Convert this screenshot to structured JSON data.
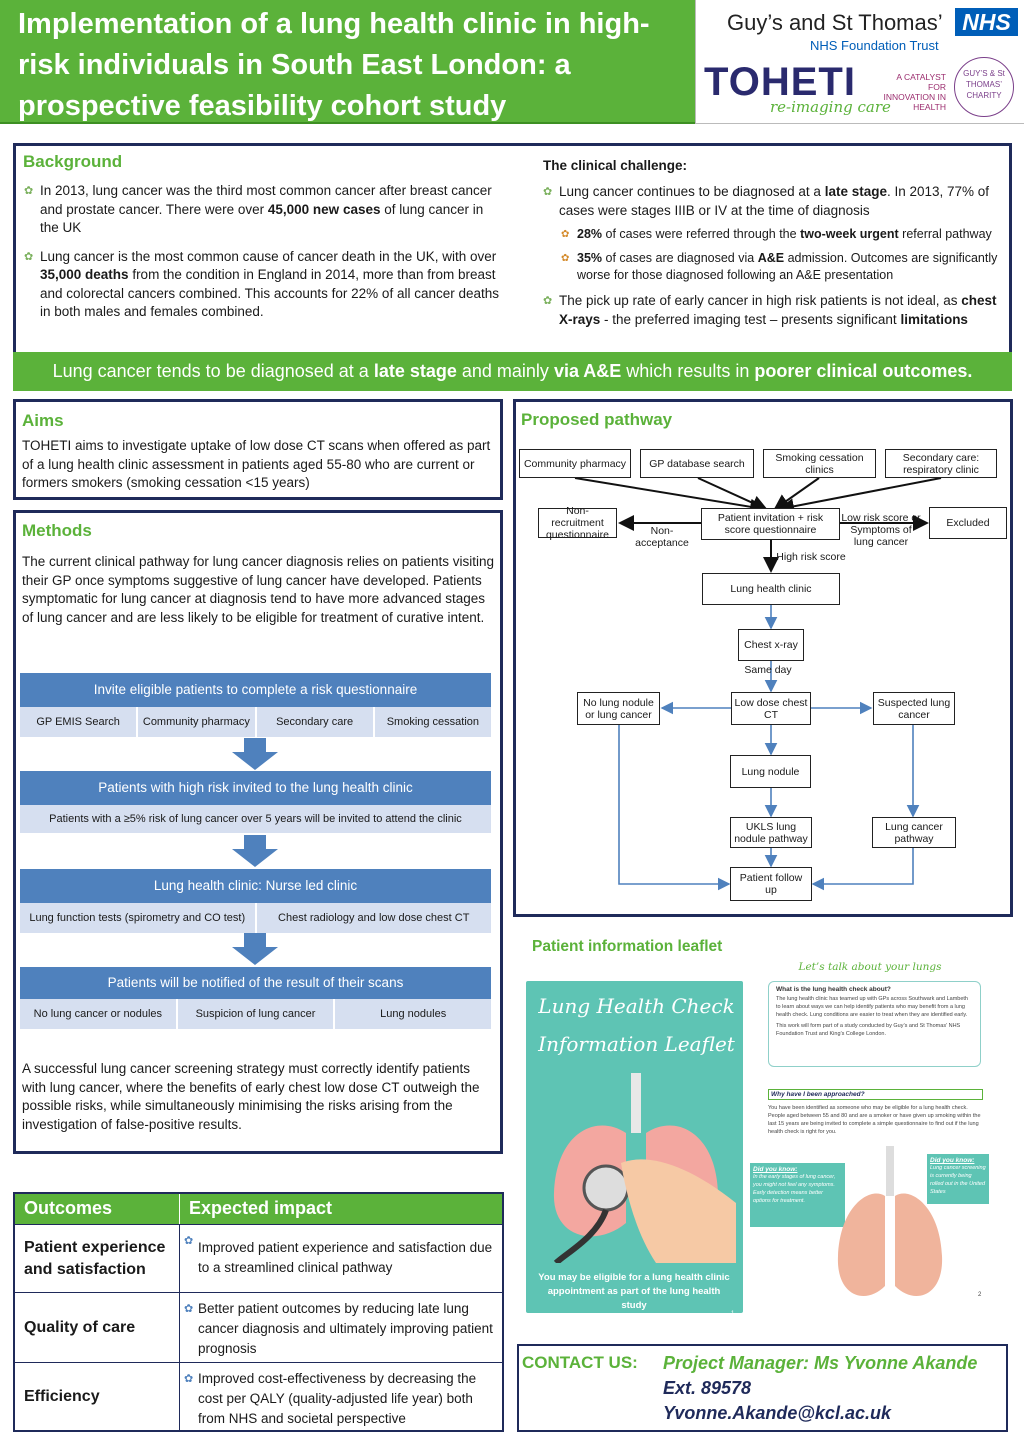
{
  "header": {
    "title": "Implementation of a lung health clinic in high-risk individuals in South East London: a prospective feasibility cohort study",
    "gst": "Guy’s and St Thomas’",
    "nhs": "NHS",
    "nhs_trust": "NHS Foundation Trust",
    "toheti": "TOHETI",
    "toheti_tagline": "re-imaging care",
    "catalyst": "A CATALYST FOR INNOVATION IN HEALTH",
    "charity": "GUY’S & St THOMAS’ CHARITY"
  },
  "background": {
    "title": "Background",
    "bullets": [
      {
        "pre": "In 2013, lung cancer was the third most common cancer after breast cancer and prostate cancer. There were over ",
        "bold": "45,000 new cases",
        "post": " of lung cancer in the UK"
      },
      {
        "pre": "Lung cancer is the most common cause of cancer death in the UK, with over ",
        "bold": "35,000 deaths",
        "post": " from the condition in England in 2014, more than from breast and colorectal cancers combined. This accounts for 22% of all cancer deaths in both males and females combined."
      }
    ],
    "challenge_title": "The clinical challenge:",
    "challenge_1_pre": "Lung cancer continues to be diagnosed at a ",
    "challenge_1_bold": "late stage",
    "challenge_1_post": ". In 2013, 77% of cases were stages IIIB or IV at the time of diagnosis",
    "sub_1_bold": "28%",
    "sub_1_mid": " of cases were referred through the ",
    "sub_1_bold2": "two-week urgent",
    "sub_1_post": " referral pathway",
    "sub_2_bold": "35%",
    "sub_2_mid": " of cases are diagnosed via ",
    "sub_2_bold2": "A&E",
    "sub_2_post": " admission. Outcomes are significantly worse for those diagnosed following an A&E presentation",
    "challenge_2_pre": "The pick up rate of early cancer in high risk patients is not ideal, as ",
    "challenge_2_bold": "chest X-rays",
    "challenge_2_mid": " - the preferred imaging test – presents significant ",
    "challenge_2_bold2": "limitations"
  },
  "banner": {
    "pre": "Lung cancer tends to be diagnosed at a ",
    "b1": "late stage",
    "mid": " and mainly ",
    "b2": "via A&E",
    "mid2": " which results in ",
    "b3": "poorer clinical outcomes."
  },
  "aims": {
    "title": "Aims",
    "text": "TOHETI aims to investigate uptake of low dose CT scans when offered as part of a lung health clinic assessment in patients aged 55-80 who are current or formers smokers (smoking cessation <15 years)"
  },
  "methods": {
    "title": "Methods",
    "intro": "The current clinical pathway for lung cancer diagnosis relies on patients visiting their GP once symptoms suggestive of lung cancer have developed. Patients symptomatic for lung cancer at diagnosis tend to have more advanced stages of lung cancer and are less likely to be eligible for treatment of curative intent.",
    "step1": "Invite eligible patients to complete a risk questionnaire",
    "step1_cells": [
      "GP EMIS Search",
      "Community pharmacy",
      "Secondary care",
      "Smoking cessation"
    ],
    "step2": "Patients with high risk invited to the lung health clinic",
    "step2_cells": [
      "Patients with a ≥5% risk of lung cancer over 5 years will be invited to attend the clinic"
    ],
    "step3": "Lung health clinic: Nurse led clinic",
    "step3_cells": [
      "Lung function tests (spirometry and CO test)",
      "Chest radiology and low dose chest CT"
    ],
    "step4": "Patients will be notified of the result of their scans",
    "step4_cells": [
      "No lung cancer or nodules",
      "Suspicion of lung cancer",
      "Lung nodules"
    ],
    "conclusion": "A successful lung cancer screening strategy must correctly identify patients with lung cancer, where the benefits of early chest low dose CT outweigh the possible risks, while simultaneously minimising the risks arising from the investigation of false-positive results."
  },
  "outcomes": {
    "head_left": "Outcomes",
    "head_right": "Expected impact",
    "rows": [
      {
        "label": "Patient experience and satisfaction",
        "impact": "Improved patient experience and satisfaction due to a streamlined clinical pathway"
      },
      {
        "label": "Quality of care",
        "impact": "Better patient outcomes by reducing late lung cancer diagnosis and ultimately improving patient prognosis"
      },
      {
        "label": "Efficiency",
        "impact": "Improved cost-effectiveness by decreasing the cost per QALY (quality-adjusted life year) both from NHS and societal perspective"
      }
    ]
  },
  "pathway": {
    "title": "Proposed pathway",
    "sources": [
      "Community pharmacy",
      "GP database search",
      "Smoking cessation clinics",
      "Secondary care: respiratory clinic"
    ],
    "non_recruitment": "Non-recruitment questionnaire",
    "non_acceptance": "Non-acceptance",
    "invitation": "Patient invitation + risk score questionnaire",
    "low_risk": "Low risk score or Symptoms of lung cancer",
    "excluded": "Excluded",
    "high_risk": "High risk score",
    "clinic": "Lung health clinic",
    "xray": "Chest x-ray",
    "same_day": "Same day",
    "no_nodule": "No lung nodule or lung cancer",
    "ldct": "Low dose chest CT",
    "suspected": "Suspected lung cancer",
    "nodule": "Lung nodule",
    "ukls": "UKLS lung nodule pathway",
    "cancer_pathway": "Lung cancer pathway",
    "follow_up": "Patient follow up"
  },
  "leaflet": {
    "title": "Patient information leaflet",
    "cover_title": "Lung Health Check Information Leaflet",
    "cover_footer": "You may be eligible for a lung health clinic appointment as part of the lung health study",
    "page_heading": "Let’s talk about your lungs",
    "q1": "What is the lung health check about?",
    "q1_text": "The lung health clinic has teamed up with GPs across Southwark and Lambeth to learn about ways we can help identify patients who may benefit from a lung health check. Lung conditions are easier to treat when they are identified early.",
    "q1_text2": "This work will form part of a study conducted by Guy’s and St Thomas’ NHS Foundation Trust and King’s College London.",
    "q2": "Why have I been approached?",
    "q2_text": "You have been identified as someone who may be eligible for a lung health check. People aged between 55 and 80 and are a smoker or have given up smoking within the last 15 years are being invited to complete a simple questionnaire to find out if the lung health check is right for you.",
    "dyk_title": "Did you know:",
    "dyk1": "In the early stages of lung cancer, you might not feel any symptoms. Early detection means better options for treatment.",
    "dyk2": "Lung cancer screening is currently being rolled out in the United States",
    "page1": "1",
    "page2": "2"
  },
  "contact": {
    "label": "CONTACT US:",
    "line1": "Project Manager: Ms Yvonne Akande",
    "line2": "Ext. 89578",
    "line3": "Yvonne.Akande@kcl.ac.uk"
  }
}
